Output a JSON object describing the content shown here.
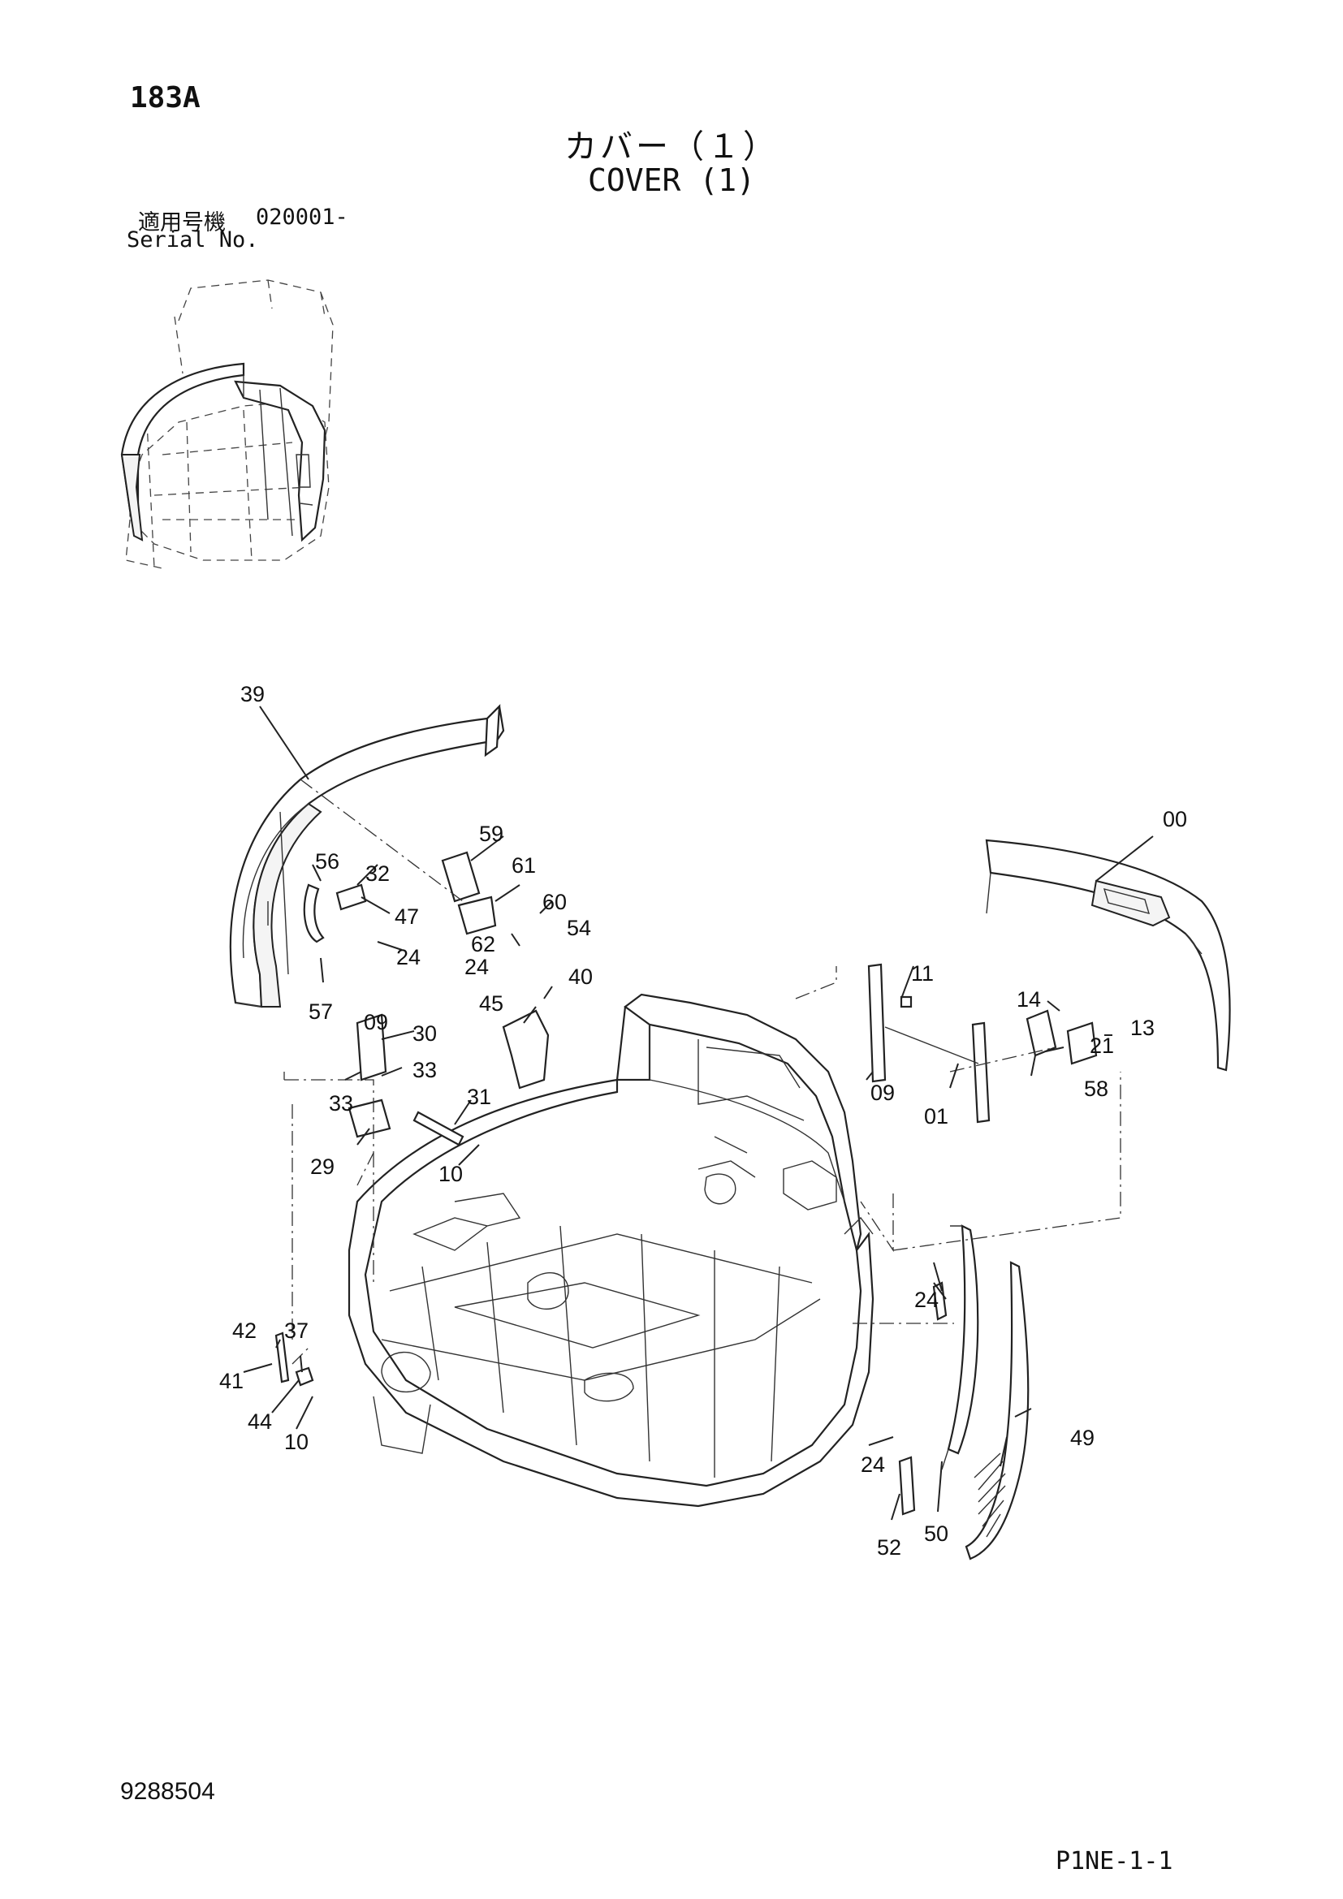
{
  "header": {
    "page_code": "183A",
    "title_jp": "カバー（１）",
    "title_en": "COVER (1)",
    "serial_label_jp": "適用号機",
    "serial_label_en": "Serial No.",
    "serial_value": "020001-"
  },
  "footer": {
    "doc_number": "9288504",
    "page_id": "P1NE-1-1"
  },
  "callouts": [
    {
      "id": "c39",
      "text": "39"
    },
    {
      "id": "c59",
      "text": "59"
    },
    {
      "id": "c61",
      "text": "61"
    },
    {
      "id": "c56",
      "text": "56"
    },
    {
      "id": "c32",
      "text": "32"
    },
    {
      "id": "c47",
      "text": "47"
    },
    {
      "id": "c60",
      "text": "60"
    },
    {
      "id": "c54",
      "text": "54"
    },
    {
      "id": "c62",
      "text": "62"
    },
    {
      "id": "c24a",
      "text": "24"
    },
    {
      "id": "c24b",
      "text": "24"
    },
    {
      "id": "c40",
      "text": "40"
    },
    {
      "id": "c57",
      "text": "57"
    },
    {
      "id": "c45",
      "text": "45"
    },
    {
      "id": "c09a",
      "text": "09"
    },
    {
      "id": "c30",
      "text": "30"
    },
    {
      "id": "c33a",
      "text": "33"
    },
    {
      "id": "c33b",
      "text": "33"
    },
    {
      "id": "c31",
      "text": "31"
    },
    {
      "id": "c29",
      "text": "29"
    },
    {
      "id": "c10a",
      "text": "10"
    },
    {
      "id": "c00",
      "text": "00"
    },
    {
      "id": "c11",
      "text": "11"
    },
    {
      "id": "c14",
      "text": "14"
    },
    {
      "id": "c13",
      "text": "13"
    },
    {
      "id": "c21",
      "text": "21"
    },
    {
      "id": "c09b",
      "text": "09"
    },
    {
      "id": "c01",
      "text": "01"
    },
    {
      "id": "c58",
      "text": "58"
    },
    {
      "id": "c24c",
      "text": "24"
    },
    {
      "id": "c42",
      "text": "42"
    },
    {
      "id": "c37",
      "text": "37"
    },
    {
      "id": "c41",
      "text": "41"
    },
    {
      "id": "c44",
      "text": "44"
    },
    {
      "id": "c10b",
      "text": "10"
    },
    {
      "id": "c49",
      "text": "49"
    },
    {
      "id": "c24d",
      "text": "24"
    },
    {
      "id": "c52",
      "text": "52"
    },
    {
      "id": "c50",
      "text": "50"
    }
  ]
}
